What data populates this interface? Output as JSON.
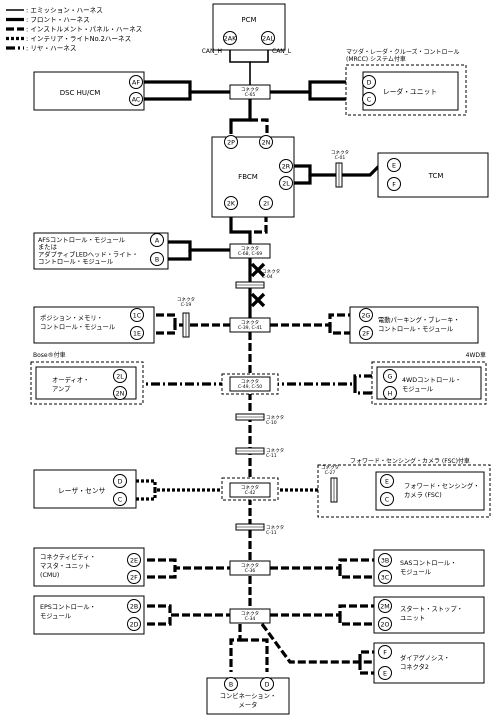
{
  "legend": [
    {
      "id": "emission",
      "label": ": エミッション・ハーネス",
      "style": "solid-thin"
    },
    {
      "id": "front",
      "label": ": フロント・ハーネス",
      "style": "solid-thick"
    },
    {
      "id": "instrument",
      "label": ": インストルメント・パネル・ハーネス",
      "style": "dash-long"
    },
    {
      "id": "interior",
      "label": ": インテリア・ライトNo.2ハーネス",
      "style": "dash-short"
    },
    {
      "id": "rear",
      "label": ": リヤ・ハーネス",
      "style": "dash-dot"
    }
  ],
  "modules": [
    {
      "id": "pcm",
      "lines": [
        "PCM"
      ]
    },
    {
      "id": "dsc",
      "lines": [
        "DSC HU/CM"
      ]
    },
    {
      "id": "radar",
      "lines": [
        "レーダ・ユニット"
      ]
    },
    {
      "id": "fbcm",
      "lines": [
        "FBCM"
      ]
    },
    {
      "id": "tcm",
      "lines": [
        "TCM"
      ]
    },
    {
      "id": "afs",
      "lines": [
        "AFSコントロール・モジュール",
        "または",
        "アダプティブLEDヘッド・ライト・",
        "コントロール・モジュール"
      ]
    },
    {
      "id": "posmem",
      "lines": [
        "ポジション・メモリ・",
        "コントロール・モジュール"
      ]
    },
    {
      "id": "epb",
      "lines": [
        "電動パーキング・ブレーキ・",
        "コントロール・モジュール"
      ]
    },
    {
      "id": "audio",
      "lines": [
        "オーディオ・",
        "アンプ"
      ]
    },
    {
      "id": "awd",
      "lines": [
        "4WDコントロール・",
        "モジュール"
      ]
    },
    {
      "id": "laser",
      "lines": [
        "レーザ・センサ"
      ]
    },
    {
      "id": "fsc",
      "lines": [
        "フォワード・センシング・",
        "カメラ (FSC)"
      ]
    },
    {
      "id": "cmu",
      "lines": [
        "コネクティビティ・",
        "マスタ・ユニット",
        "(CMU)"
      ]
    },
    {
      "id": "sas",
      "lines": [
        "SASコントロール・",
        "モジュール"
      ]
    },
    {
      "id": "eps",
      "lines": [
        "EPSコントロール・",
        "モジュール"
      ]
    },
    {
      "id": "iss",
      "lines": [
        "スタート・ストップ・",
        "ユニット"
      ]
    },
    {
      "id": "dlc",
      "lines": [
        "ダイアグノシス・",
        "コネクタ2"
      ]
    },
    {
      "id": "combi",
      "lines": [
        "コンビネーション・",
        "メータ"
      ]
    }
  ],
  "option_labels": [
    {
      "id": "mrcc",
      "lines": [
        "マツダ・レーダ・クルーズ・コントロール",
        "(MRCC) システム付車"
      ]
    },
    {
      "id": "bose",
      "lines": [
        "Bose®付車"
      ]
    },
    {
      "id": "awd",
      "lines": [
        "4WD車"
      ]
    },
    {
      "id": "fsc",
      "lines": [
        "フォワード・センシング・カメラ (FSC)付車"
      ]
    }
  ],
  "pins": [
    "2AK",
    "2AL",
    "AF",
    "AC",
    "D",
    "C",
    "2P",
    "2N",
    "2R",
    "2L",
    "2K",
    "2I",
    "E",
    "F",
    "A",
    "B",
    "1C",
    "1E",
    "2G",
    "2F",
    "2L",
    "2N",
    "G",
    "H",
    "D",
    "C",
    "E",
    "C",
    "2E",
    "2F",
    "3B",
    "3C",
    "2B",
    "2D",
    "2M",
    "2O",
    "F",
    "E",
    "B",
    "D"
  ],
  "can_labels": [
    "CAN_H",
    "CAN_L"
  ],
  "joints": [
    {
      "id": "c65",
      "lines": [
        "コネクタ",
        "C-65"
      ]
    },
    {
      "id": "c6869",
      "lines": [
        "コネクタ",
        "C-68, C-69"
      ]
    },
    {
      "id": "c3941",
      "lines": [
        "コネクタ",
        "C-39, C-41"
      ]
    },
    {
      "id": "c4950",
      "lines": [
        "コネクタ",
        "C-49, C-50"
      ]
    },
    {
      "id": "c42",
      "lines": [
        "コネクタ",
        "C-42"
      ]
    },
    {
      "id": "c36",
      "lines": [
        "コネクタ",
        "C-36"
      ]
    },
    {
      "id": "c34",
      "lines": [
        "コネクタ",
        "C-34"
      ]
    }
  ],
  "connectors": [
    {
      "id": "c01",
      "lines": [
        "コネクタ",
        "C-01"
      ]
    },
    {
      "id": "c04",
      "lines": [
        "コネクタ",
        "C-04"
      ]
    },
    {
      "id": "c19",
      "lines": [
        "コネクタ",
        "C-19"
      ]
    },
    {
      "id": "c10",
      "lines": [
        "コネクタ",
        "C-10"
      ]
    },
    {
      "id": "c11a",
      "lines": [
        "コネクタ",
        "C-11"
      ]
    },
    {
      "id": "c27",
      "lines": [
        "コネクタ",
        "C-27"
      ]
    },
    {
      "id": "c11b",
      "lines": [
        "コネクタ",
        "C-11"
      ]
    }
  ]
}
